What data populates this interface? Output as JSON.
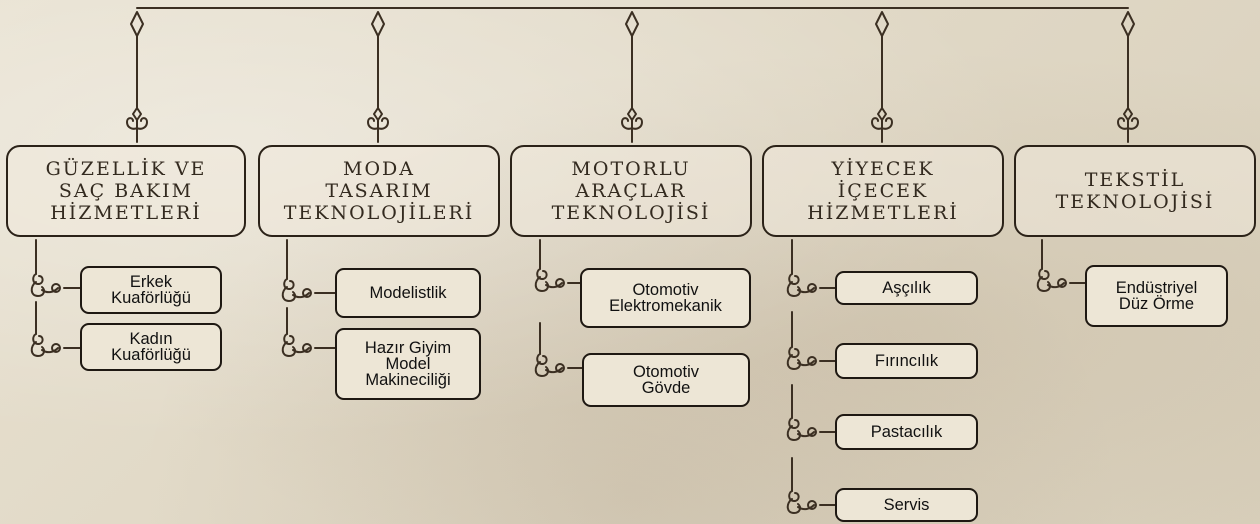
{
  "categories": [
    {
      "title": "GÜZELLİK VE\nSAÇ BAKIM\nHİZMETLERİ",
      "items": [
        "Erkek\nKuaförlüğü",
        "Kadın\nKuaförlüğü"
      ]
    },
    {
      "title": "MODA\nTASARIM\nTEKNOLOJİLERİ",
      "items": [
        "Modelistlik",
        "Hazır Giyim\nModel\nMakineciliği"
      ]
    },
    {
      "title": "MOTORLU\nARAÇLAR\nTEKNOLOJİSİ",
      "items": [
        "Otomotiv\nElektromekanik",
        "Otomotiv\nGövde"
      ]
    },
    {
      "title": "YİYECEK\nİÇECEK\nHİZMETLERİ",
      "items": [
        "Aşçılık",
        "Fırıncılık",
        "Pastacılık",
        "Servis"
      ]
    },
    {
      "title": "TEKSTİL\nTEKNOLOJİSİ",
      "items": [
        "Endüstriyel\nDüz Örme"
      ]
    }
  ]
}
